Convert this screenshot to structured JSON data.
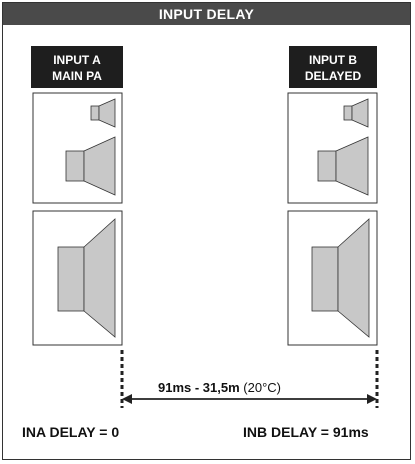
{
  "title": "INPUT DELAY",
  "input_a": {
    "line1": "INPUT A",
    "line2": "MAIN  PA"
  },
  "input_b": {
    "line1": "INPUT B",
    "line2": "DELAYED"
  },
  "distance": {
    "main": "91ms  -  31,5m",
    "note": "(20°C)"
  },
  "ina_delay": "INA DELAY = 0",
  "inb_delay": "INB DELAY = 91ms",
  "colors": {
    "title_bg": "#4a4a4a",
    "label_bg": "#1e1e1e",
    "speaker_fill": "#c8c8c8",
    "line": "#222222"
  }
}
